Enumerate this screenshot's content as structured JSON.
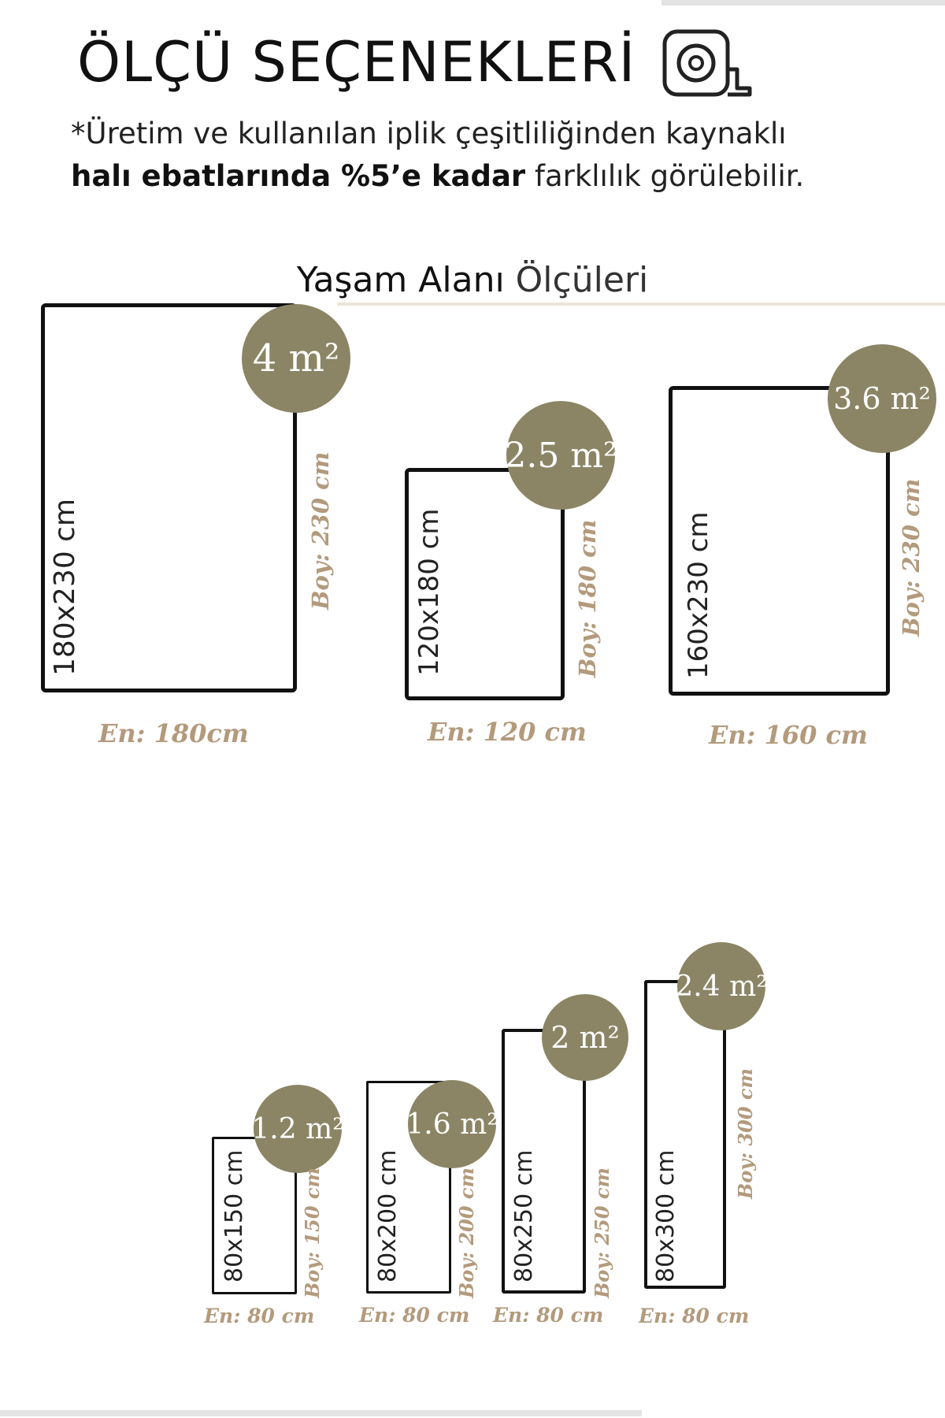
{
  "header": {
    "title": "ÖLÇÜ SEÇENEKLERİ",
    "icon": "measuring-tape-icon",
    "note_line1": "*Üretim ve kullanılan iplik çeşitliliğinden kaynaklı",
    "note_bold": "halı ebatlarında %5’e kadar",
    "note_rest": " farklılık görülebilir."
  },
  "section": {
    "title_bold": "Yaşam Alanı",
    "title_light": " Ölçüleri"
  },
  "colors": {
    "accent": "#8b8565",
    "label": "#b39a7c",
    "outline": "#111111"
  },
  "sizes": [
    {
      "size": "180x230 cm",
      "area": "4 m²",
      "width": "En: 180cm",
      "length": "Boy: 230 cm"
    },
    {
      "size": "120x180 cm",
      "area": "2.5 m²",
      "width": "En: 120 cm",
      "length": "Boy: 180 cm"
    },
    {
      "size": "160x230 cm",
      "area": "3.6 m²",
      "width": "En: 160 cm",
      "length": "Boy: 230 cm"
    },
    {
      "size": "80x150 cm",
      "area": "1.2 m²",
      "width": "En: 80 cm",
      "length": "Boy: 150 cm"
    },
    {
      "size": "80x200 cm",
      "area": "1.6 m²",
      "width": "En: 80 cm",
      "length": "Boy: 200 cm"
    },
    {
      "size": "80x250 cm",
      "area": "2 m²",
      "width": "En: 80 cm",
      "length": "Boy: 250 cm"
    },
    {
      "size": "80x300 cm",
      "area": "2.4 m²",
      "width": "En: 80 cm",
      "length": "Boy: 300 cm"
    }
  ]
}
